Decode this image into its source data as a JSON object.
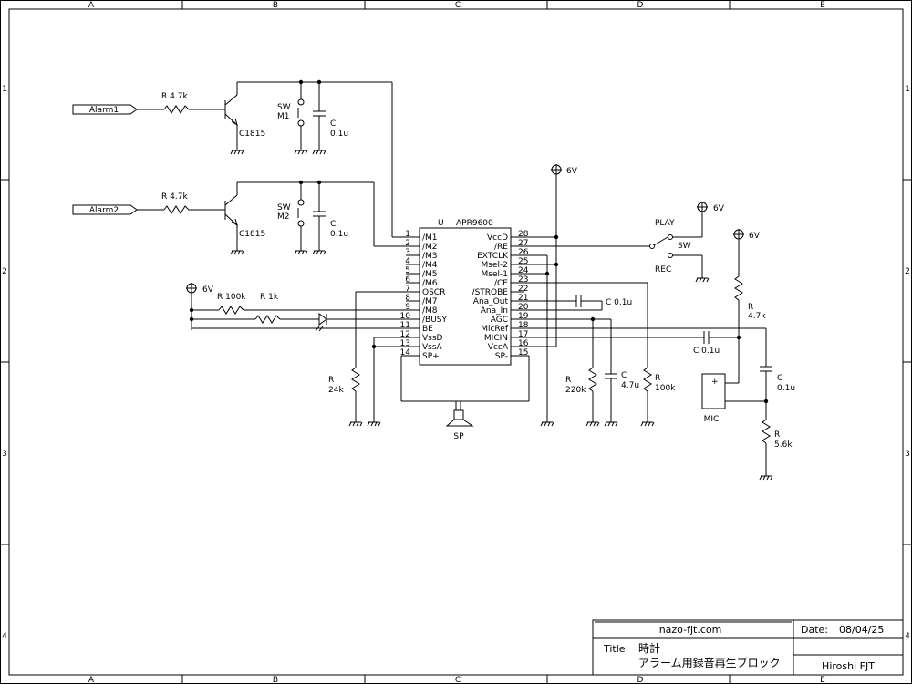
{
  "frame": {
    "cols": [
      "A",
      "B",
      "C",
      "D",
      "E"
    ],
    "rows": [
      "1",
      "2",
      "3",
      "4"
    ]
  },
  "alarm_circuit": {
    "ports": [
      "Alarm1",
      "Alarm2"
    ],
    "resistors": [
      {
        "ref": "R",
        "value": "4.7k"
      },
      {
        "ref": "R",
        "value": "4.7k"
      }
    ],
    "transistors": [
      "C1815",
      "C1815"
    ],
    "switches": [
      {
        "ref": "SW",
        "name": "M1"
      },
      {
        "ref": "SW",
        "name": "M2"
      }
    ],
    "caps": [
      {
        "ref": "C",
        "value": "0.1u"
      },
      {
        "ref": "C",
        "value": "0.1u"
      }
    ]
  },
  "ic": {
    "ref": "U",
    "part": "APR9600",
    "left_pins": [
      {
        "num": "1",
        "name": "/M1"
      },
      {
        "num": "2",
        "name": "/M2"
      },
      {
        "num": "3",
        "name": "/M3"
      },
      {
        "num": "4",
        "name": "/M4"
      },
      {
        "num": "5",
        "name": "/M5"
      },
      {
        "num": "6",
        "name": "/M6"
      },
      {
        "num": "7",
        "name": "OSCR"
      },
      {
        "num": "8",
        "name": "/M7"
      },
      {
        "num": "9",
        "name": "/M8"
      },
      {
        "num": "10",
        "name": "/BUSY"
      },
      {
        "num": "11",
        "name": "BE"
      },
      {
        "num": "12",
        "name": "VssD"
      },
      {
        "num": "13",
        "name": "VssA"
      },
      {
        "num": "14",
        "name": "SP+"
      }
    ],
    "right_pins": [
      {
        "num": "28",
        "name": "VccD"
      },
      {
        "num": "27",
        "name": "/RE"
      },
      {
        "num": "26",
        "name": "EXTCLK"
      },
      {
        "num": "25",
        "name": "Msel-2"
      },
      {
        "num": "24",
        "name": "Msel-1"
      },
      {
        "num": "23",
        "name": "/CE"
      },
      {
        "num": "22",
        "name": "/STROBE"
      },
      {
        "num": "21",
        "name": "Ana_Out"
      },
      {
        "num": "20",
        "name": "Ana_In"
      },
      {
        "num": "19",
        "name": "AGC"
      },
      {
        "num": "18",
        "name": "MicRef"
      },
      {
        "num": "17",
        "name": "MICIN"
      },
      {
        "num": "16",
        "name": "VccA"
      },
      {
        "num": "15",
        "name": "SP-"
      }
    ]
  },
  "supply": {
    "label": "6V"
  },
  "left_parts": {
    "r_busy": {
      "ref": "R",
      "value": "100k"
    },
    "r_led": {
      "ref": "R",
      "value": "1k"
    },
    "r_osc": {
      "ref": "R",
      "value": "24k"
    }
  },
  "right_parts": {
    "c_ana": {
      "ref": "C",
      "value": "0.1u"
    },
    "r_agc": {
      "ref": "R",
      "value": "220k"
    },
    "c_agc": {
      "ref": "C",
      "value": "4.7u"
    },
    "r_ce": {
      "ref": "R",
      "value": "100k"
    },
    "c_mic": {
      "ref": "C",
      "value": "0.1u"
    },
    "c_ref": {
      "ref": "C",
      "value": "0.1u"
    },
    "r_bias": {
      "ref": "R",
      "value": "4.7k"
    },
    "r_mic": {
      "ref": "R",
      "value": "5.6k"
    }
  },
  "switch_play": {
    "play": "PLAY",
    "rec": "REC",
    "ref": "SW"
  },
  "speaker": {
    "label": "SP"
  },
  "mic": {
    "label": "MIC",
    "plus": "+"
  },
  "title_block": {
    "site": "nazo-fjt.com",
    "date_label": "Date:",
    "date": "08/04/25",
    "title_label": "Title:",
    "title1": "時計",
    "title2": "アラーム用録音再生ブロック",
    "author": "Hiroshi FJT"
  }
}
